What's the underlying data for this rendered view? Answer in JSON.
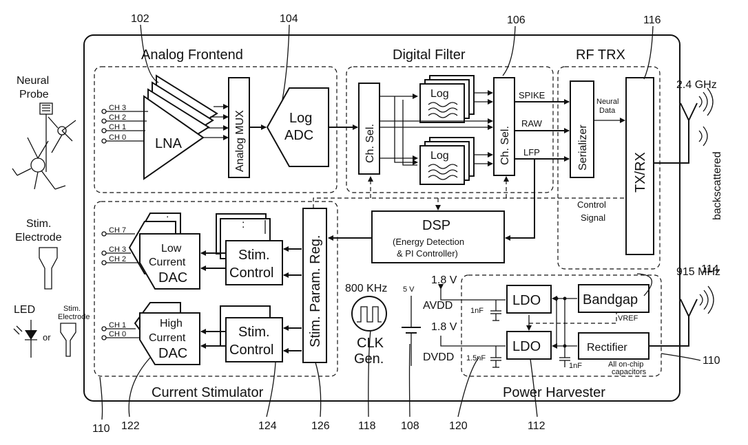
{
  "sections": {
    "analog_frontend": "Analog Frontend",
    "digital_filter": "Digital Filter",
    "rf_trx": "RF TRX",
    "current_stimulator": "Current Stimulator",
    "power_harvester": "Power Harvester"
  },
  "blocks": {
    "lna": "LNA",
    "analog_mux": "Analog MUX",
    "log_adc_1": "Log",
    "log_adc_2": "ADC",
    "ch_sel": "Ch. Sel.",
    "log": "Log",
    "serializer": "Serializer",
    "txrx": "TX/RX",
    "dsp": "DSP",
    "dsp_sub1": "(Energy Detection",
    "dsp_sub2": "& PI Controller)",
    "stim_param_reg": "Stim. Param. Reg.",
    "stim_control_1": "Stim.",
    "stim_control_2": "Control",
    "low_dac_1": "Low",
    "low_dac_2": "Current",
    "dac": "DAC",
    "high_dac_1": "High",
    "high_dac_2": "Current",
    "ldo": "LDO",
    "bandgap": "Bandgap",
    "rectifier": "Rectifier",
    "clk_1": "CLK",
    "clk_2": "Gen.",
    "dots": ":"
  },
  "channels": {
    "afe": [
      "CH 3",
      "CH 2",
      "CH 1",
      "CH 0"
    ],
    "stim_low": [
      "CH 7",
      "CH 3",
      "CH 2"
    ],
    "stim_high": [
      "CH 1",
      "CH 0"
    ]
  },
  "signals": {
    "spike": "SPIKE",
    "raw": "RAW",
    "lfp": "LFP",
    "neural_data_1": "Neural",
    "neural_data_2": "Data",
    "control_1": "Control",
    "control_2": "Signal",
    "vref": "VREF",
    "avdd": "AVDD",
    "dvdd": "DVDD",
    "v18a": "1.8 V",
    "v18d": "1.8 V",
    "v5": "5 V",
    "cap_a": "1nF",
    "cap_d": "1.5nF",
    "cap_c": "1nF",
    "on_chip_1": "All on-chip",
    "on_chip_2": "capacitors",
    "clk_freq": "800 KHz"
  },
  "external": {
    "neural_probe_1": "Neural",
    "neural_probe_2": "Probe",
    "stim_electrode_1": "Stim.",
    "stim_electrode_2": "Electrode",
    "led": "LED",
    "or": "or",
    "stim_small_1": "Stim.",
    "stim_small_2": "Electrode",
    "freq_24": "2.4 GHz",
    "freq_915": "915 MHz",
    "backscattered": "backscattered"
  },
  "refs": {
    "r102": "102",
    "r104": "104",
    "r106": "106",
    "r116": "116",
    "r114": "114",
    "r110_right": "110",
    "r110_bottom": "110",
    "r122": "122",
    "r124": "124",
    "r126": "126",
    "r118": "118",
    "r108": "108",
    "r120": "120",
    "r112": "112"
  }
}
